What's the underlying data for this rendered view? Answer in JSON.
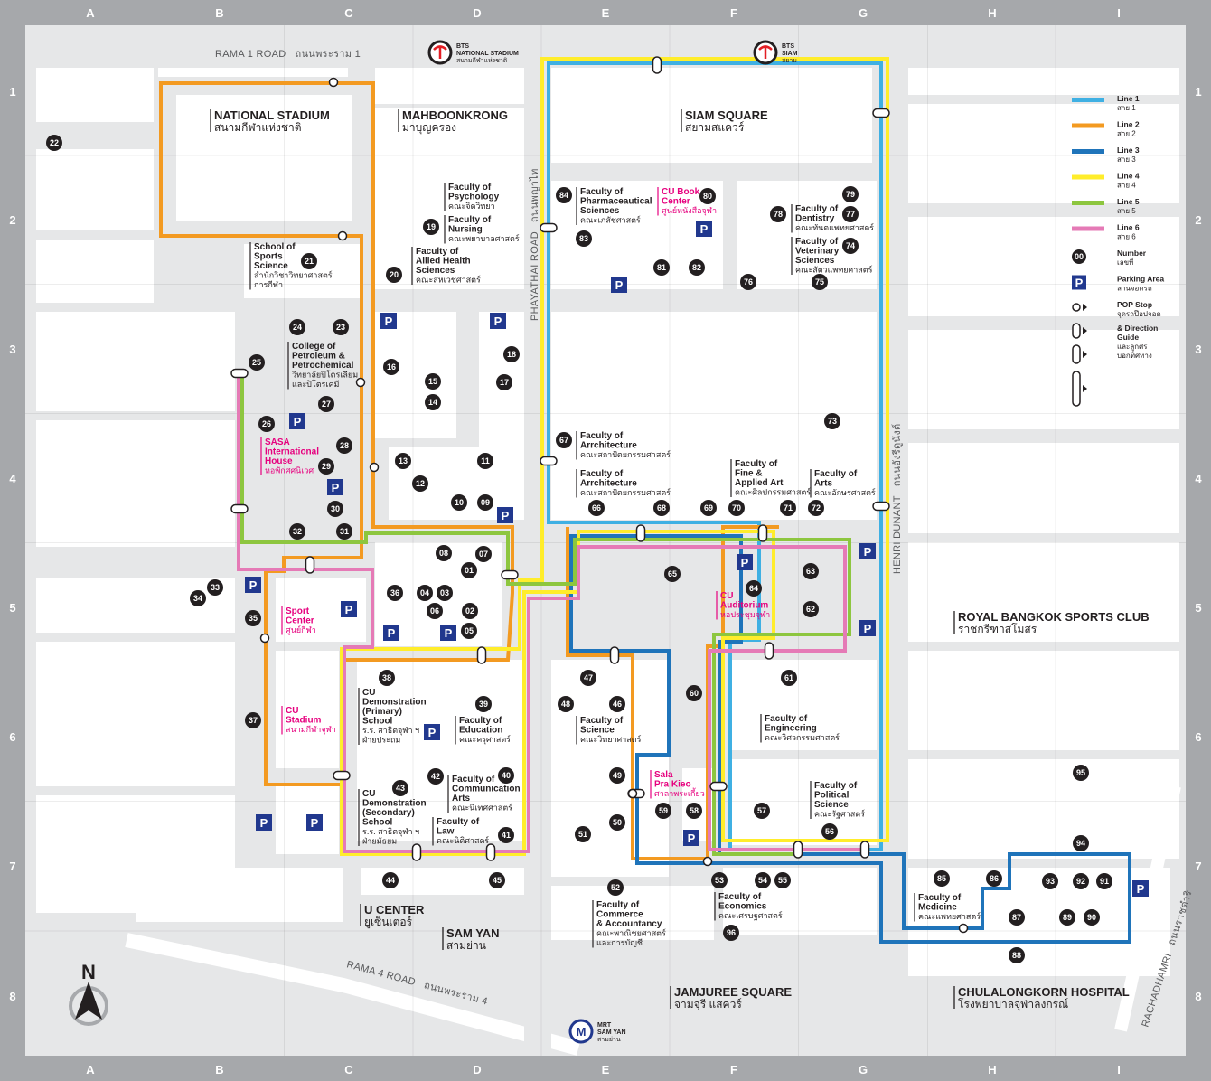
{
  "colors": {
    "line1": "#3fb0e3",
    "line2": "#f39a21",
    "line3": "#1f74ba",
    "line4": "#ffed2b",
    "line5": "#8dc63f",
    "line6": "#e57ab6",
    "marker": "#231f20",
    "parking": "#21388e",
    "magenta": "#e6007e"
  },
  "grid": {
    "cols": [
      "A",
      "B",
      "C",
      "D",
      "E",
      "F",
      "G",
      "H",
      "I"
    ],
    "rows": [
      "1",
      "2",
      "3",
      "4",
      "5",
      "6",
      "7",
      "8"
    ]
  },
  "roads": [
    {
      "id": "rama1",
      "lines": [
        "RAMA 1 ROAD",
        "ถนนพระราม 1"
      ],
      "rotate": 0
    },
    {
      "id": "rama4",
      "lines": [
        "RAMA 4 ROAD",
        "ถนนพระราม 4"
      ],
      "rotate": 15
    },
    {
      "id": "phayathai",
      "lines": [
        "PHAYATHAI ROAD",
        "ถนนพญาไท"
      ],
      "rotate": -90
    },
    {
      "id": "henri",
      "lines": [
        "HENRI DUNANT",
        "ถนนอังรีดูนังต์"
      ],
      "rotate": -90
    },
    {
      "id": "rachadhamri",
      "lines": [
        "RACHADHAMRI",
        "ถนนราชดำริ"
      ],
      "rotate": -72
    }
  ],
  "stations": [
    {
      "id": "bts-national",
      "type": "bts",
      "lines": [
        "BTS",
        "NATIONAL STADIUM",
        "สนามกีฬาแห่งชาติ"
      ]
    },
    {
      "id": "bts-siam",
      "type": "bts",
      "lines": [
        "BTS",
        "SIAM",
        "สยาม"
      ]
    },
    {
      "id": "mrt-samyan",
      "type": "mrt",
      "lines": [
        "MRT",
        "SAM YAN",
        "สามย่าน"
      ]
    }
  ],
  "areas": [
    {
      "id": "national-stadium",
      "lines": [
        "NATIONAL STADIUM",
        "สนามกีฬาแห่งชาติ"
      ]
    },
    {
      "id": "mbk",
      "lines": [
        "MAHBOONKRONG",
        "มาบุญครอง"
      ]
    },
    {
      "id": "siam-square",
      "lines": [
        "SIAM SQUARE",
        "สยามสแควร์"
      ]
    },
    {
      "id": "rbsc",
      "lines": [
        "ROYAL BANGKOK SPORTS CLUB",
        "ราชกรีฑาสโมสร"
      ]
    },
    {
      "id": "ucenter",
      "lines": [
        "U CENTER",
        "ยูเซ็นเตอร์"
      ]
    },
    {
      "id": "samyan",
      "lines": [
        "SAM YAN",
        "สามย่าน"
      ]
    },
    {
      "id": "jamjuree",
      "lines": [
        "JAMJUREE SQUARE",
        "จามจุรี แสควร์"
      ]
    },
    {
      "id": "chula-hospital",
      "lines": [
        "CHULALONGKORN HOSPITAL",
        "โรงพยาบาลจุฬาลงกรณ์"
      ]
    }
  ],
  "labels": [
    {
      "id": "sports-science",
      "lines": [
        "School of",
        "Sports",
        "Science",
        "สำนักวิชาวิทยาศาสตร์",
        "การกีฬา"
      ],
      "bold": 3,
      "style": "dark"
    },
    {
      "id": "psychology",
      "lines": [
        "Faculty of",
        "Psychology",
        "คณะจิตวิทยา"
      ],
      "bold": 2,
      "style": "dark"
    },
    {
      "id": "nursing",
      "lines": [
        "Faculty of",
        "Nursing",
        "คณะพยาบาลศาสตร์"
      ],
      "bold": 2,
      "style": "dark"
    },
    {
      "id": "allied",
      "lines": [
        "Faculty of",
        "Allied Health",
        "Sciences",
        "คณะสหเวชศาสตร์"
      ],
      "bold": 3,
      "style": "dark"
    },
    {
      "id": "pharma",
      "lines": [
        "Faculty of",
        "Pharmaceautical",
        "Sciences",
        "คณะเภสัชศาสตร์"
      ],
      "bold": 3,
      "style": "dark"
    },
    {
      "id": "cubook",
      "lines": [
        "CU Book",
        "Center",
        "ศูนย์หนังสือจุฬา"
      ],
      "bold": 2,
      "style": "magenta"
    },
    {
      "id": "dentistry",
      "lines": [
        "Faculty of",
        "Dentistry",
        "คณะทันตแพทยศาสตร์"
      ],
      "bold": 2,
      "style": "dark"
    },
    {
      "id": "veterinary",
      "lines": [
        "Faculty of",
        "Veterinary",
        "Sciences",
        "คณะสัตวแพทยศาสตร์"
      ],
      "bold": 3,
      "style": "dark"
    },
    {
      "id": "petroleum",
      "lines": [
        "College of",
        "Petroleum &",
        "Petrochemical",
        "วิทยาลัยปิโตรเลียม",
        "และปิโตรเคมี"
      ],
      "bold": 3,
      "style": "dark"
    },
    {
      "id": "sasa",
      "lines": [
        "SASA",
        "International",
        "House",
        "หอพักศศนิเวศ"
      ],
      "bold": 3,
      "style": "magenta"
    },
    {
      "id": "arch1",
      "lines": [
        "Faculty of",
        "Arrchitecture",
        "คณะสถาปัตยกรรมศาสตร์"
      ],
      "bold": 2,
      "style": "dark"
    },
    {
      "id": "arch2",
      "lines": [
        "Faculty of",
        "Arrchitecture",
        "คณะสถาปัตยกรรมศาสตร์"
      ],
      "bold": 2,
      "style": "dark"
    },
    {
      "id": "finearts",
      "lines": [
        "Faculty of",
        "Fine &",
        "Applied Art",
        "คณะศิลปกรรมศาสตร์"
      ],
      "bold": 3,
      "style": "dark"
    },
    {
      "id": "arts",
      "lines": [
        "Faculty of",
        "Arts",
        "คณะอักษรศาสตร์"
      ],
      "bold": 2,
      "style": "dark"
    },
    {
      "id": "sport-center",
      "lines": [
        "Sport",
        "Center",
        "ศูนย์กีฬา"
      ],
      "bold": 2,
      "style": "magenta"
    },
    {
      "id": "auditorium",
      "lines": [
        "CU",
        "Auditorium",
        "หอประชุมจุฬา"
      ],
      "bold": 2,
      "style": "magenta"
    },
    {
      "id": "demo-primary",
      "lines": [
        "CU",
        "Demonstration",
        "(Primary)",
        "School",
        "ร.ร. สาธิตจุฬา ฯ",
        "ฝ่ายประถม"
      ],
      "bold": 4,
      "style": "dark"
    },
    {
      "id": "education",
      "lines": [
        "Faculty of",
        "Education",
        "คณะครุศาสตร์"
      ],
      "bold": 2,
      "style": "dark"
    },
    {
      "id": "stadium",
      "lines": [
        "CU",
        "Stadium",
        "สนามกีฬาจุฬา"
      ],
      "bold": 2,
      "style": "magenta"
    },
    {
      "id": "science",
      "lines": [
        "Faculty of",
        "Science",
        "คณะวิทยาศาสตร์"
      ],
      "bold": 2,
      "style": "dark"
    },
    {
      "id": "engineering",
      "lines": [
        "Faculty of",
        "Engineering",
        "คณะวิศวกรรมศาสตร์"
      ],
      "bold": 2,
      "style": "dark"
    },
    {
      "id": "communication",
      "lines": [
        "Faculty of",
        "Communication",
        "Arts",
        "คณะนิเทศศาสตร์"
      ],
      "bold": 3,
      "style": "dark"
    },
    {
      "id": "demo-secondary",
      "lines": [
        "CU",
        "Demonstration",
        "(Secondary)",
        "School",
        "ร.ร. สาธิตจุฬา ฯ",
        "ฝ่ายมัธยม"
      ],
      "bold": 4,
      "style": "dark"
    },
    {
      "id": "law",
      "lines": [
        "Faculty of",
        "Law",
        "คณะนิติศาสตร์"
      ],
      "bold": 2,
      "style": "dark"
    },
    {
      "id": "salaprakieo",
      "lines": [
        "Sala",
        "Pra Kieo",
        "ศาลาพระเกี้ยว"
      ],
      "bold": 2,
      "style": "magenta"
    },
    {
      "id": "political",
      "lines": [
        "Faculty of",
        "Political",
        "Science",
        "คณะรัฐศาสตร์"
      ],
      "bold": 3,
      "style": "dark"
    },
    {
      "id": "commerce",
      "lines": [
        "Faculty of",
        "Commerce",
        "& Accountancy",
        "คณะพาณิชยศาสตร์",
        "และการบัญชี"
      ],
      "bold": 3,
      "style": "dark"
    },
    {
      "id": "economics",
      "lines": [
        "Faculty of",
        "Economics",
        "คณะเศรษฐศาสตร์"
      ],
      "bold": 2,
      "style": "dark"
    },
    {
      "id": "medicine",
      "lines": [
        "Faculty of",
        "Medicine",
        "คณะแพทยศาสตร์"
      ],
      "bold": 2,
      "style": "dark"
    }
  ],
  "markers": [
    "01",
    "02",
    "03",
    "04",
    "05",
    "06",
    "07",
    "08",
    "09",
    "10",
    "11",
    "12",
    "13",
    "14",
    "15",
    "16",
    "18",
    "17",
    "19",
    "20",
    "21",
    "22",
    "23",
    "24",
    "25",
    "26",
    "27",
    "28",
    "29",
    "30",
    "31",
    "32",
    "33",
    "34",
    "35",
    "36",
    "37",
    "38",
    "39",
    "40",
    "41",
    "42",
    "43",
    "44",
    "45",
    "46",
    "47",
    "48",
    "49",
    "50",
    "51",
    "52",
    "53",
    "54",
    "55",
    "56",
    "57",
    "58",
    "59",
    "60",
    "61",
    "62",
    "63",
    "64",
    "65",
    "66",
    "67",
    "68",
    "69",
    "70",
    "71",
    "72",
    "73",
    "74",
    "75",
    "76",
    "77",
    "78",
    "79",
    "80",
    "81",
    "82",
    "83",
    "84",
    "85",
    "86",
    "87",
    "88",
    "89",
    "90",
    "91",
    "92",
    "93",
    "94",
    "95",
    "96"
  ],
  "parking_label": "P",
  "legend": [
    {
      "kind": "line",
      "color": "line1",
      "lines": [
        "Line 1",
        "สาย 1"
      ]
    },
    {
      "kind": "line",
      "color": "line2",
      "lines": [
        "Line 2",
        "สาย 2"
      ]
    },
    {
      "kind": "line",
      "color": "line3",
      "lines": [
        "Line 3",
        "สาย 3"
      ]
    },
    {
      "kind": "line",
      "color": "line4",
      "lines": [
        "Line 4",
        "สาย 4"
      ]
    },
    {
      "kind": "line",
      "color": "line5",
      "lines": [
        "Line 5",
        "สาย 5"
      ]
    },
    {
      "kind": "line",
      "color": "line6",
      "lines": [
        "Line 6",
        "สาย 6"
      ]
    },
    {
      "kind": "number",
      "sample": "00",
      "lines": [
        "Number",
        "เลขที่"
      ]
    },
    {
      "kind": "parking",
      "lines": [
        "Parking Area",
        "ลานจอดรถ"
      ]
    },
    {
      "kind": "stop",
      "lines": [
        "POP Stop",
        "จุดรถป๊อปจอด"
      ]
    },
    {
      "kind": "guide",
      "lines": [
        "& Direction",
        "Guide",
        "และลูกศร",
        "บอกทิศทาง"
      ]
    }
  ],
  "compass": "N"
}
